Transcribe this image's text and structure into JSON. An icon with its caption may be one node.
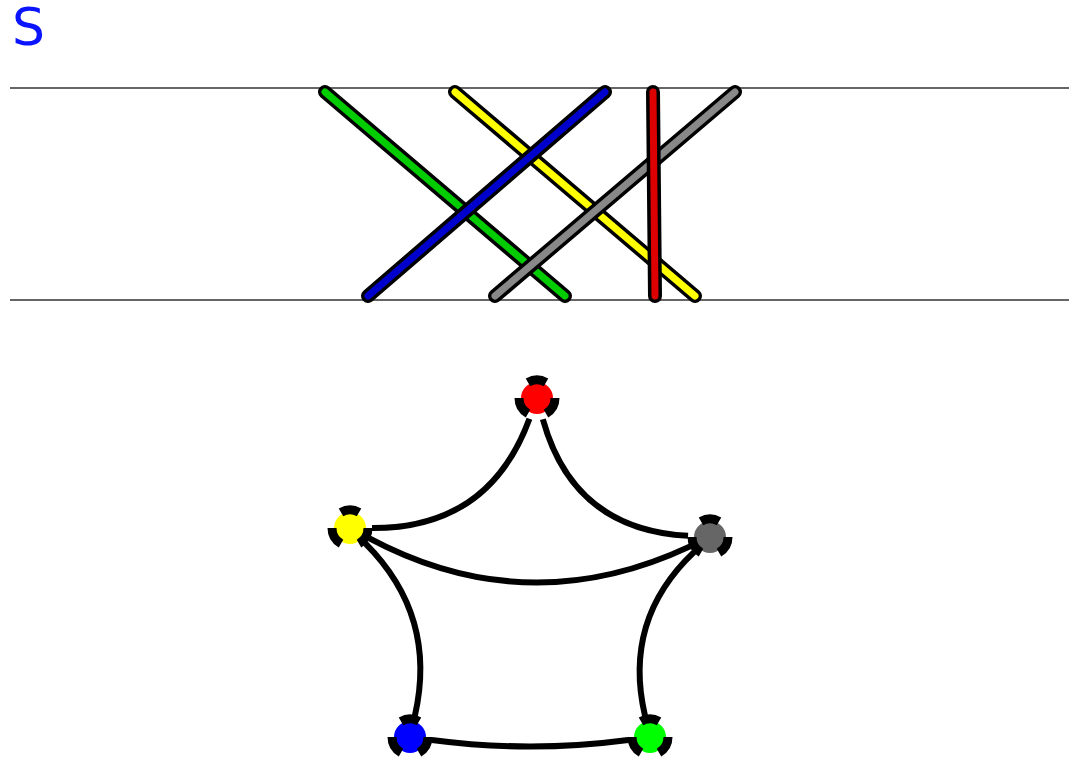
{
  "diagram": {
    "title": "S",
    "nodes": [
      {
        "text": [],
        "shape": "circle"
      },
      {
        "text": [],
        "shape": "circle"
      },
      {
        "text": [],
        "shape": "circle"
      },
      {
        "text": [],
        "shape": "circle"
      },
      {
        "text": [],
        "shape": "circle"
      }
    ],
    "edges": [
      {
        "from": 0,
        "to": 1,
        "arrow": "none"
      },
      {
        "from": 0,
        "to": 2,
        "arrow": "none"
      },
      {
        "from": 1,
        "to": 2,
        "arrow": "none"
      },
      {
        "from": 1,
        "to": 3,
        "arrow": "none"
      },
      {
        "from": 2,
        "to": 4,
        "arrow": "none"
      },
      {
        "from": 3,
        "to": 4,
        "arrow": "none"
      }
    ]
  }
}
